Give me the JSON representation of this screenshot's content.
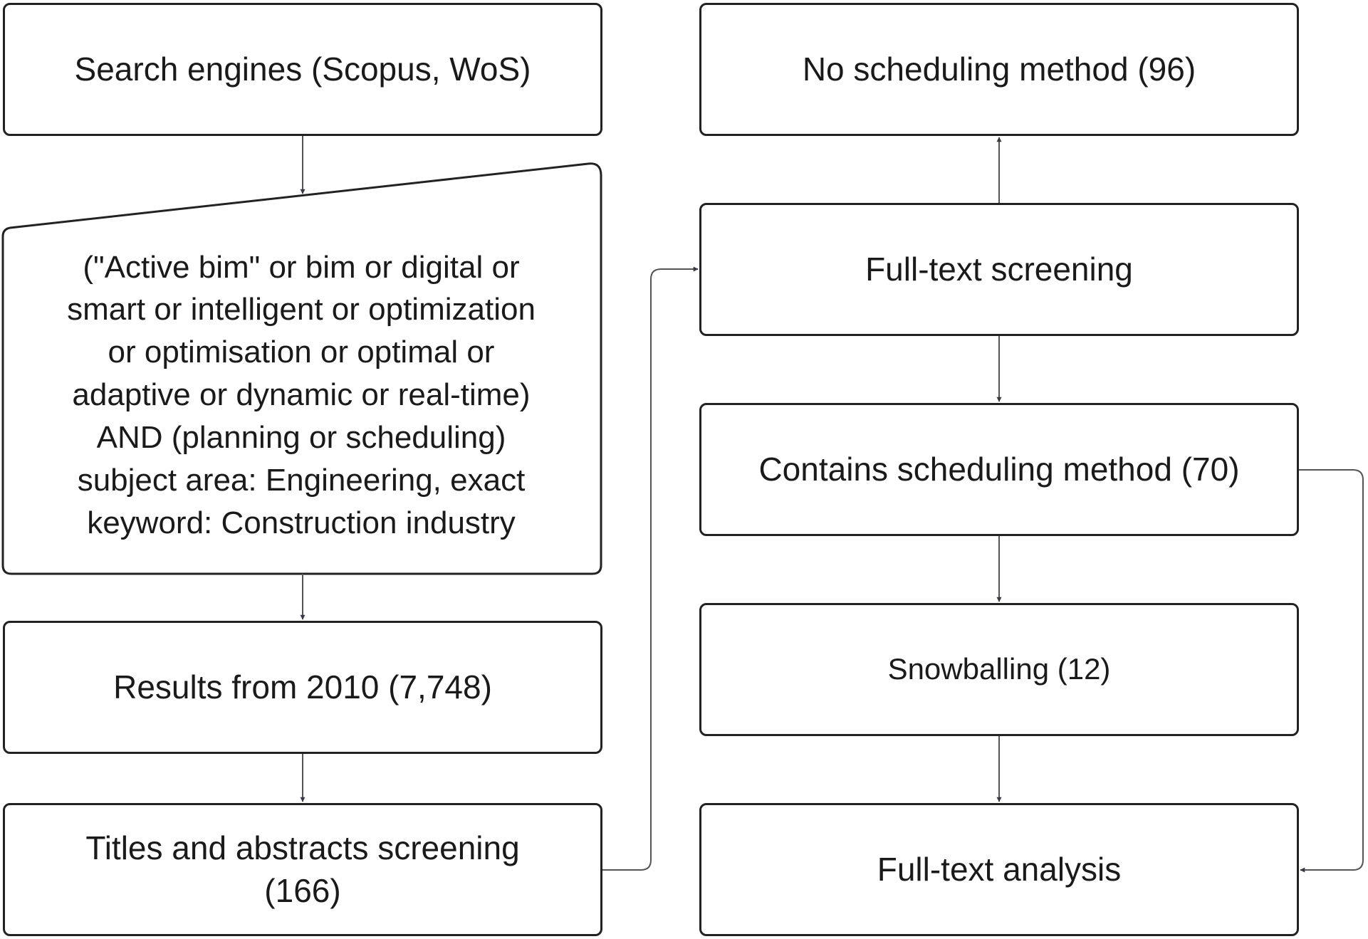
{
  "colors": {
    "stroke": "#222222",
    "connector": "#555555",
    "arrowhead": "#3a3a45",
    "text": "#1a1a1a",
    "background": "#ffffff"
  },
  "nodes": {
    "search_engines": "Search engines (Scopus, WoS)",
    "query": "(\"Active bim\" or bim or digital or\nsmart or intelligent or optimization\nor optimisation or optimal or\nadaptive or dynamic or real-time)\nAND (planning or scheduling)\nsubject area: Engineering, exact\nkeyword: Construction industry",
    "results": "Results from 2010 (7,748)",
    "titles_screening": "Titles and abstracts screening\n(166)",
    "full_text_screening": "Full-text screening",
    "no_scheduling": "No scheduling method (96)",
    "contains_scheduling": "Contains scheduling method (70)",
    "snowballing": "Snowballing (12)",
    "full_text_analysis": "Full-text analysis"
  }
}
